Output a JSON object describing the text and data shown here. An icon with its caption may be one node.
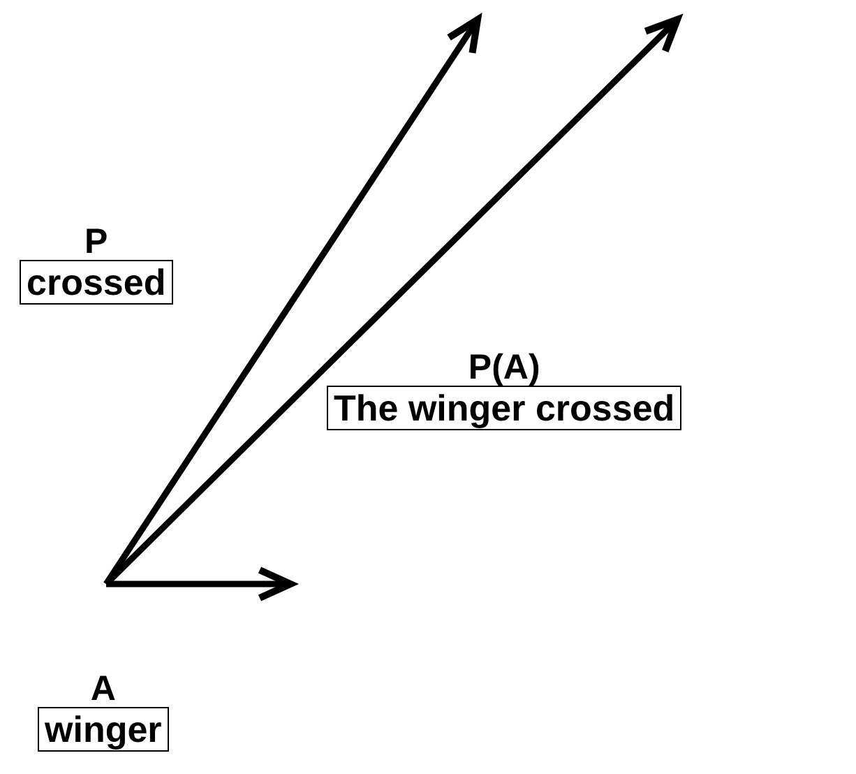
{
  "diagram": {
    "nodes": [
      {
        "text": [
          "P",
          "crossed"
        ]
      },
      {
        "text": [
          "P(A)",
          "The winger crossed"
        ]
      },
      {
        "text": [
          "A",
          "winger"
        ]
      }
    ]
  }
}
